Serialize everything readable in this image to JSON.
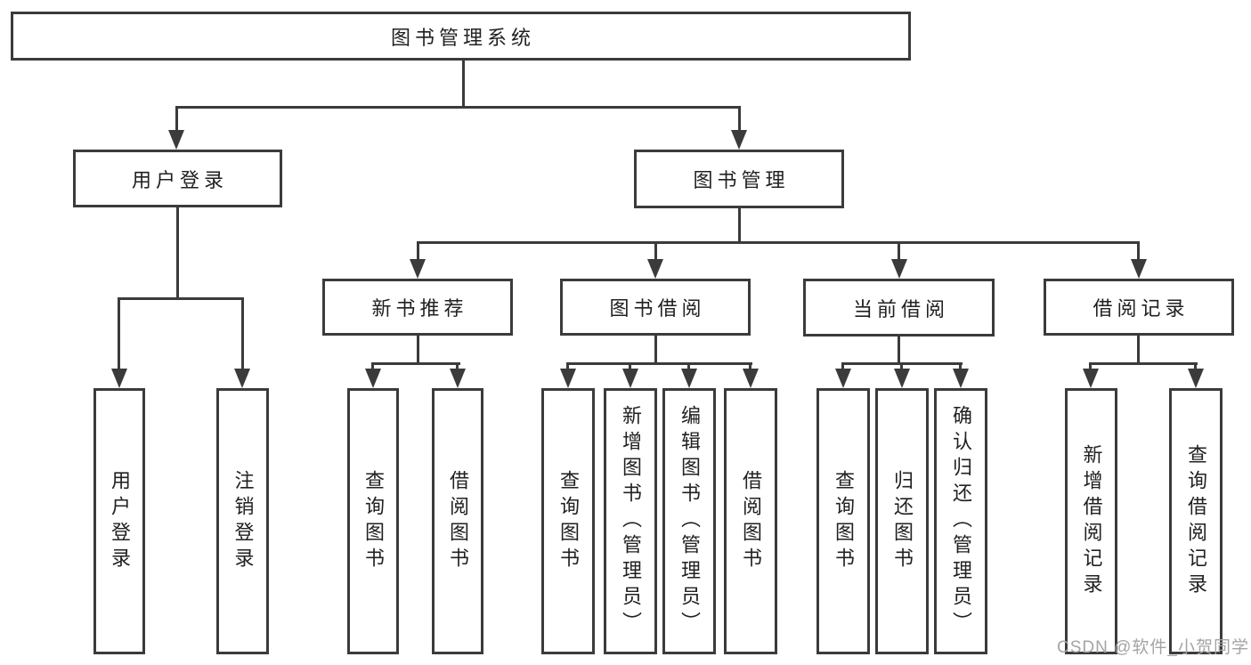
{
  "diagram": {
    "root": {
      "label": "图书管理系统"
    },
    "branches": [
      {
        "label": "用户登录",
        "children": [
          {
            "label": "用户登录"
          },
          {
            "label": "注销登录"
          }
        ]
      },
      {
        "label": "图书管理",
        "children": [
          {
            "label": "新书推荐",
            "children": [
              {
                "label": "查询图书"
              },
              {
                "label": "借阅图书"
              }
            ]
          },
          {
            "label": "图书借阅",
            "children": [
              {
                "label": "查询图书"
              },
              {
                "label": "新增图书（管理员）"
              },
              {
                "label": "编辑图书（管理员）"
              },
              {
                "label": "借阅图书"
              }
            ]
          },
          {
            "label": "当前借阅",
            "children": [
              {
                "label": "查询图书"
              },
              {
                "label": "归还图书"
              },
              {
                "label": "确认归还（管理员）"
              }
            ]
          },
          {
            "label": "借阅记录",
            "children": [
              {
                "label": "新增借阅记录"
              },
              {
                "label": "查询借阅记录"
              }
            ]
          }
        ]
      }
    ]
  },
  "watermark": {
    "text": "CSDN @软件_小贺同学"
  },
  "colors": {
    "line": "#3b3b3b",
    "text": "#212121",
    "background": "#ffffff",
    "watermark": "#a5a4a4"
  }
}
